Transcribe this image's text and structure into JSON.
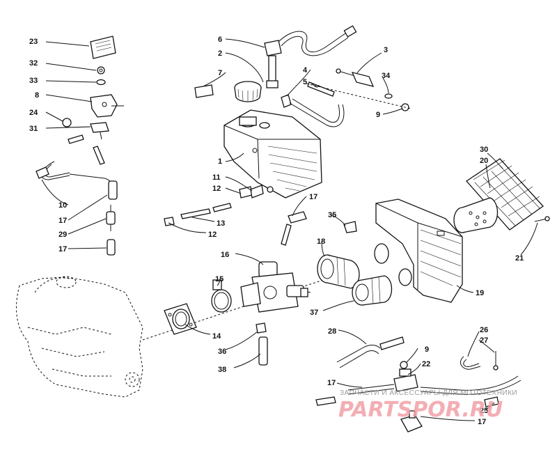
{
  "diagram": {
    "callouts": {
      "c23": "23",
      "c32": "32",
      "c33": "33",
      "c8": "8",
      "c24": "24",
      "c31": "31",
      "c10": "10",
      "c17a": "17",
      "c29": "29",
      "c17b": "17",
      "c6": "6",
      "c2": "2",
      "c7": "7",
      "c4": "4",
      "c5": "5",
      "c3": "3",
      "c34": "34",
      "c9a": "9",
      "c1": "1",
      "c11": "11",
      "c12a": "12",
      "c13": "13",
      "c12b": "12",
      "c17c": "17",
      "c35": "35",
      "c16": "16",
      "c18": "18",
      "c15": "15",
      "c14": "14",
      "c36": "36",
      "c38": "38",
      "c37": "37",
      "c19": "19",
      "c30": "30",
      "c20": "20",
      "c21": "21",
      "c28": "28",
      "c9b": "9",
      "c22": "22",
      "c17d": "17",
      "c26": "26",
      "c27": "27",
      "c25": "25",
      "c17e": "17"
    }
  },
  "watermark": {
    "caption": "ЗАПЧАСТИ И АКСЕССУАРЫ ДЛЯ МОТОТЕХНИКИ",
    "logo": "PARTSPOR.RU",
    "logo_color": "#f2a0a6"
  }
}
